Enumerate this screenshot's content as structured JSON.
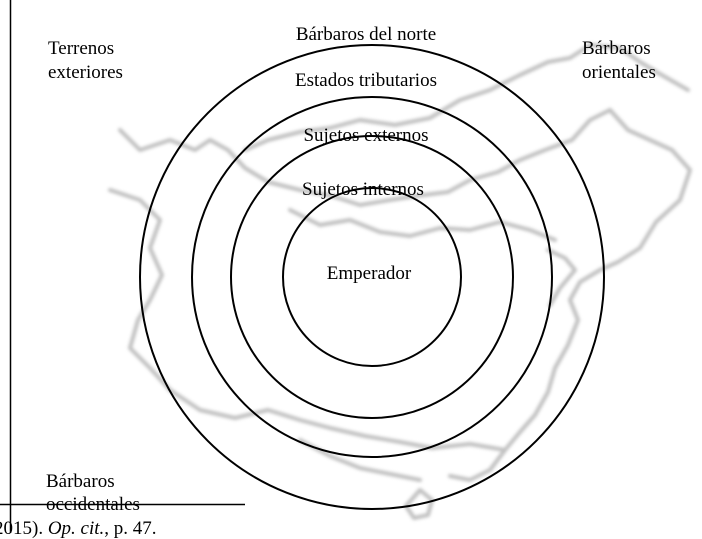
{
  "diagram": {
    "corners": {
      "top_left": [
        "Terrenos",
        "exteriores"
      ],
      "top_right": [
        "Bárbaros",
        "orientales"
      ],
      "bottom_left": [
        "Bárbaros",
        "occidentales"
      ]
    },
    "rings": [
      {
        "label": "Bárbaros del norte"
      },
      {
        "label": "Estados tributarios"
      },
      {
        "label": "Sujetos externos"
      },
      {
        "label": "Sujetos internos"
      },
      {
        "label": "Emperador"
      }
    ],
    "caption_fragment": {
      "before_italic": "2015). ",
      "italic": "Op. cit.",
      "after_italic": ", p. 47."
    },
    "colors": {
      "map_outline": "#b9b9b9",
      "lines": "#000000"
    }
  }
}
